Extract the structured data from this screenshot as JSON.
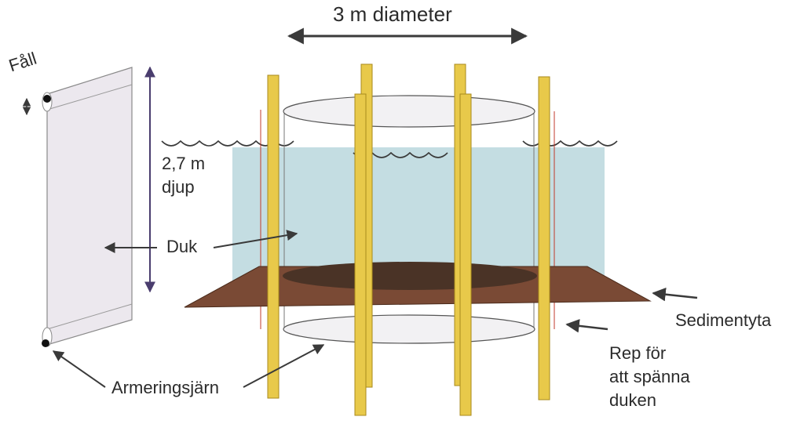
{
  "labels": {
    "diameter": "3 m diameter",
    "fall": "Fåll",
    "depth_value": "2,7 m",
    "depth_word": "djup",
    "duk": "Duk",
    "sediment": "Sedimentyta",
    "rope_1": "Rep för",
    "rope_2": "att spänna",
    "rope_3": "duken",
    "rebar": "Armeringsjärn"
  },
  "colors": {
    "water": "#c4dde2",
    "sediment": "#7a4a35",
    "pole": "#e8c94a",
    "pole_edge": "#a88a1c",
    "curtain": "#ece8ee",
    "arrow": "#3a3a3a",
    "depth_arrow": "#4a3d6e",
    "rope": "#c0392b"
  }
}
